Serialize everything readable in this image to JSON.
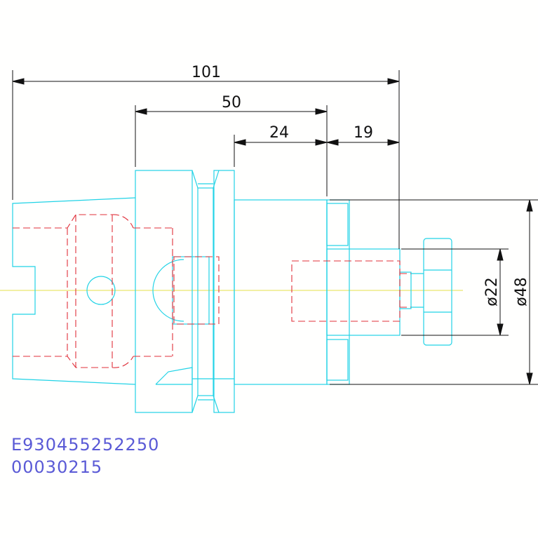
{
  "dimensions": {
    "overall_length": "101",
    "body_length": "50",
    "flange_to_face": "24",
    "pilot_length": "19",
    "pilot_diameter": "ø22",
    "face_diameter": "ø48"
  },
  "part_codes": [
    "E930455252250",
    "00030215"
  ],
  "colors": {
    "outline": "#22d3e6",
    "hidden": "#e0303a",
    "centerline": "#e6e04a",
    "dimension": "#111111",
    "code_text": "#5a5ad6"
  }
}
